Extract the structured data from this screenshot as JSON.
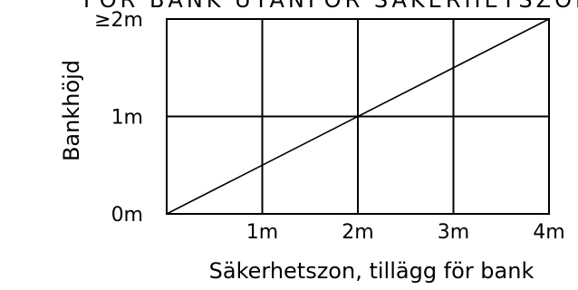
{
  "top_cut_text": "FÖR BANK UTANFÖR SÄKERHETSZONEN",
  "chart_data": {
    "type": "line",
    "title": "",
    "xlabel": "Säkerhetszon, tillägg för bank",
    "ylabel": "Bankhöjd",
    "x_ticks": [
      "1m",
      "2m",
      "3m",
      "4m"
    ],
    "y_ticks": [
      "0m",
      "1m",
      "≥2m"
    ],
    "xlim": [
      0,
      4
    ],
    "ylim": [
      0,
      2
    ],
    "grid": true,
    "series": [
      {
        "x": [
          0,
          4
        ],
        "y": [
          0,
          2
        ]
      }
    ]
  }
}
